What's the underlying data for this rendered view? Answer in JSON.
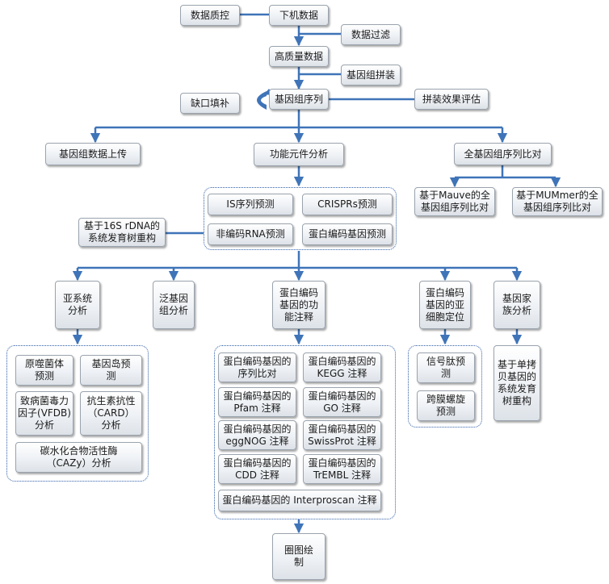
{
  "colors": {
    "connector": "#3f74b8",
    "group_border": "#2f5fa7"
  },
  "nodes": {
    "data_qc": "数据质控",
    "raw_data": "下机数据",
    "data_filter": "数据过滤",
    "hq_data": "高质量数据",
    "assembly": "基因组拼装",
    "gap_fill": "缺口填补",
    "genome_seq": "基因组序列",
    "assembly_eval": "拼装效果评估",
    "upload": "基因组数据上传",
    "functional_elements": "功能元件分析",
    "whole_genome_align": "全基因组序列比对",
    "mauve": "基于Mauve的全\n基因组序列比对",
    "mummer": "基于MUMmer的全\n基因组序列比对",
    "is_pred": "IS序列预测",
    "crispr_pred": "CRISPRs预测",
    "ncrna_pred": "非编码RNA预测",
    "protein_gene_pred": "蛋白编码基因预测",
    "rdna_tree": "基于16S rDNA的\n系统发育树重构",
    "subsystem": "亚系统\n分析",
    "pan_genome": "泛基因\n组分析",
    "protein_func": "蛋白编码\n基因的功\n能注释",
    "subcellular": "蛋白编码\n基因的亚\n细胞定位",
    "gene_family": "基因家\n族分析",
    "prophage": "原噬菌体\n预测",
    "genomic_island": "基因岛预\n测",
    "vfdb": "致病菌毒力\n因子(VFDB)\n分析",
    "card": "抗生素抗性\n（CARD）\n分析",
    "cazy": "碳水化合物活性酶\n（CAZy）分析",
    "seq_compare": "蛋白编码基因的\n序列比对",
    "kegg": "蛋白编码基因的\nKEGG 注释",
    "pfam": "蛋白编码基因的\nPfam 注释",
    "go": "蛋白编码基因的\nGO 注释",
    "eggnog": "蛋白编码基因的\neggNOG 注释",
    "swissprot": "蛋白编码基因的\nSwissProt 注释",
    "cdd": "蛋白编码基因的\nCDD 注释",
    "trembl": "蛋白编码基因的\nTrEMBL 注释",
    "interproscan": "蛋白编码基因的 Interproscan 注释",
    "signal_peptide": "信号肽预\n测",
    "transmembrane": "跨膜螺旋\n预测",
    "single_copy_tree": "基于单拷\n贝基因的\n系统发育\n树重构",
    "plotting": "圈图绘\n制"
  }
}
